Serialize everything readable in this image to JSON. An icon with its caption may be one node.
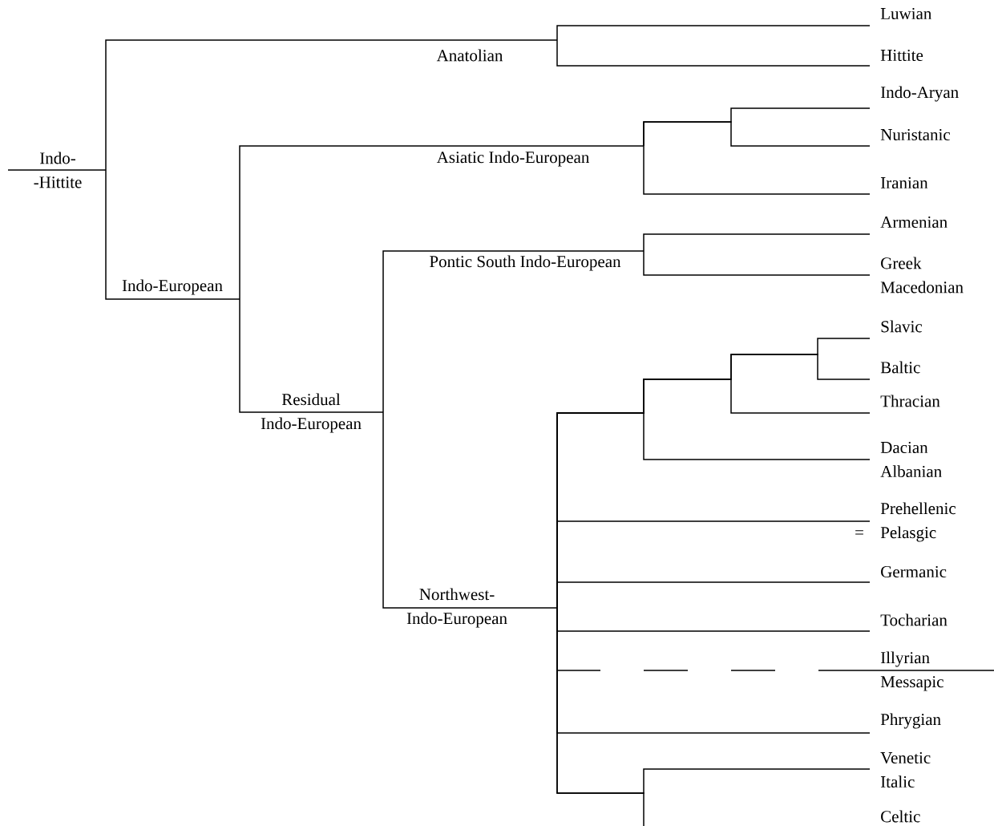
{
  "diagram": {
    "nodes": [
      {
        "text": [
          "Indo- -Hittite"
        ]
      },
      {
        "text": [
          "Anatolian"
        ]
      },
      {
        "text": [
          "Luwian"
        ]
      },
      {
        "text": [
          "Hittite"
        ]
      },
      {
        "text": [
          "Indo-European"
        ]
      },
      {
        "text": [
          "Asiatic Indo-European"
        ]
      },
      {
        "text": [
          "Indo-Aryan"
        ]
      },
      {
        "text": [
          "Nuristanic"
        ]
      },
      {
        "text": [
          "Iranian"
        ]
      },
      {
        "text": [
          "Residual Indo-European"
        ]
      },
      {
        "text": [
          "Pontic South Indo-European"
        ]
      },
      {
        "text": [
          "Armenian"
        ]
      },
      {
        "text": [
          "Greek",
          "Macedonian"
        ]
      },
      {
        "text": [
          "Northwest- Indo-European"
        ]
      },
      {
        "text": [
          "Slavic"
        ]
      },
      {
        "text": [
          "Baltic"
        ]
      },
      {
        "text": [
          "Thracian"
        ]
      },
      {
        "text": [
          "Dacian",
          "Albanian"
        ]
      },
      {
        "text": [
          "Prehellenic",
          "Pelasgic"
        ]
      },
      {
        "text": [
          "Germanic"
        ]
      },
      {
        "text": [
          "Tocharian"
        ]
      },
      {
        "text": [
          "Illyrian",
          "Messapic"
        ]
      },
      {
        "text": [
          "Phrygian"
        ]
      },
      {
        "text": [
          "Venetic",
          "Italic"
        ]
      },
      {
        "text": [
          "Celtic"
        ]
      }
    ],
    "edges": [
      {
        "from": null,
        "to": 0,
        "arrow": "none"
      },
      {
        "from": 0,
        "to": 1,
        "arrow": "none"
      },
      {
        "from": 0,
        "to": 4,
        "arrow": "none"
      },
      {
        "from": 1,
        "to": 2,
        "arrow": "none"
      },
      {
        "from": 1,
        "to": 3,
        "arrow": "none"
      },
      {
        "from": 4,
        "to": 5,
        "arrow": "none"
      },
      {
        "from": 4,
        "to": 9,
        "arrow": "none"
      },
      {
        "from": 5,
        "to": 6,
        "arrow": "none"
      },
      {
        "from": 5,
        "to": 7,
        "arrow": "none"
      },
      {
        "from": 5,
        "to": 8,
        "arrow": "none"
      },
      {
        "from": 9,
        "to": 10,
        "arrow": "none"
      },
      {
        "from": 9,
        "to": 13,
        "arrow": "none"
      },
      {
        "from": 10,
        "to": 11,
        "arrow": "none"
      },
      {
        "from": 10,
        "to": 12,
        "arrow": "none"
      },
      {
        "from": 13,
        "to": 14,
        "arrow": "none"
      },
      {
        "from": 13,
        "to": 15,
        "arrow": "none"
      },
      {
        "from": 13,
        "to": 16,
        "arrow": "none"
      },
      {
        "from": 13,
        "to": 17,
        "arrow": "none"
      },
      {
        "from": 13,
        "to": 18,
        "arrow": "none"
      },
      {
        "from": 13,
        "to": 19,
        "arrow": "none"
      },
      {
        "from": 13,
        "to": 20,
        "arrow": "none"
      },
      {
        "from": 13,
        "to": 21,
        "arrow": "none",
        "style": "dashed"
      },
      {
        "from": 13,
        "to": 22,
        "arrow": "none"
      },
      {
        "from": 13,
        "to": 23,
        "arrow": "none"
      },
      {
        "from": 13,
        "to": 24,
        "arrow": "none"
      }
    ],
    "labels": [
      "="
    ]
  }
}
